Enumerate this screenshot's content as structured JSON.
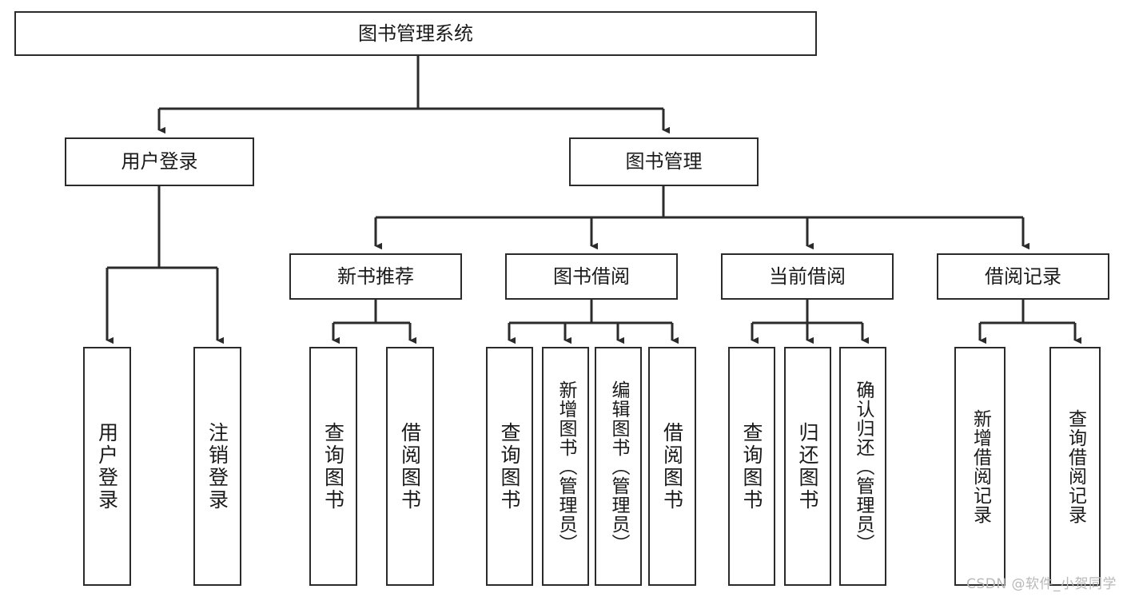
{
  "diagram": {
    "title": "图书管理系统",
    "watermark": "CSDN @软件_小贺同学",
    "line_color": "#2b2b2b",
    "box_fill": "#ffffff",
    "text_color": "#1a1a1a",
    "levels": {
      "root": {
        "label": "图书管理系统"
      },
      "level2": [
        {
          "label": "用户登录"
        },
        {
          "label": "图书管理"
        }
      ],
      "level3": [
        {
          "label": "新书推荐"
        },
        {
          "label": "图书借阅"
        },
        {
          "label": "当前借阅"
        },
        {
          "label": "借阅记录"
        }
      ],
      "level4": {
        "user_login_children": [
          {
            "label": "用户登录"
          },
          {
            "label": "注销登录"
          }
        ],
        "new_book_children": [
          {
            "label": "查询图书"
          },
          {
            "label": "借阅图书"
          }
        ],
        "book_borrow_children": [
          {
            "label": "查询图书"
          },
          {
            "label": "新增图书（管理员）"
          },
          {
            "label": "编辑图书（管理员）"
          },
          {
            "label": "借阅图书"
          }
        ],
        "current_borrow_children": [
          {
            "label": "查询图书"
          },
          {
            "label": "归还图书"
          },
          {
            "label": "确认归还（管理员）"
          }
        ],
        "borrow_record_children": [
          {
            "label": "新增借阅记录"
          },
          {
            "label": "查询借阅记录"
          }
        ]
      }
    }
  }
}
